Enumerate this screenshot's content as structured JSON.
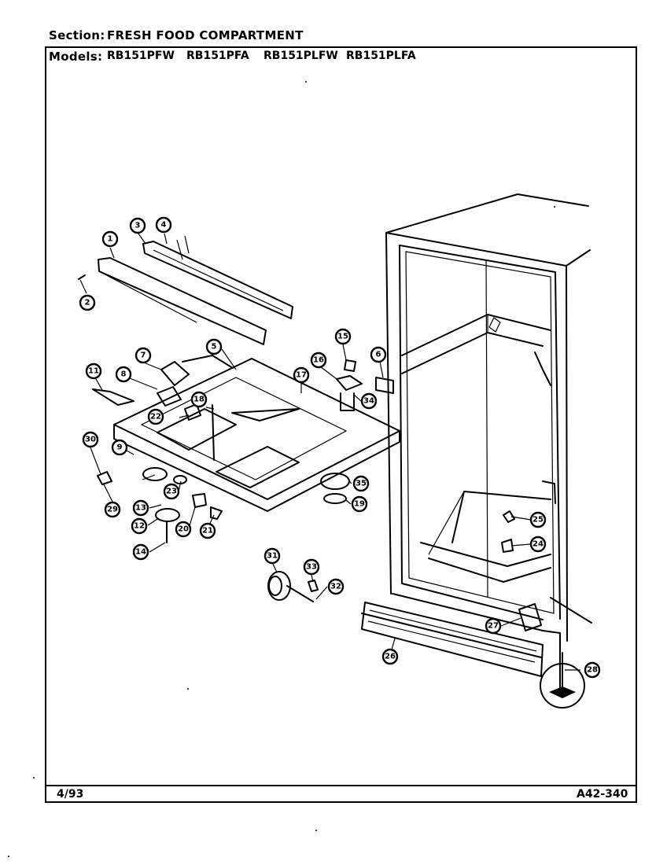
{
  "header": {
    "section_label": "Section:",
    "section_value": "FRESH FOOD COMPARTMENT",
    "models_label": "Models:",
    "models": [
      "RB151PFW",
      "RB151PFA",
      "RB151PLFW",
      "RB151PLFA"
    ]
  },
  "footer": {
    "date": "4/93",
    "code": "A42-340"
  },
  "callouts": [
    "1",
    "2",
    "3",
    "4",
    "5",
    "6",
    "7",
    "8",
    "9",
    "11",
    "12",
    "13",
    "14",
    "15",
    "16",
    "17",
    "18",
    "19",
    "20",
    "21",
    "22",
    "23",
    "24",
    "25",
    "26",
    "27",
    "28",
    "29",
    "30",
    "31",
    "32",
    "33",
    "34",
    "35"
  ]
}
